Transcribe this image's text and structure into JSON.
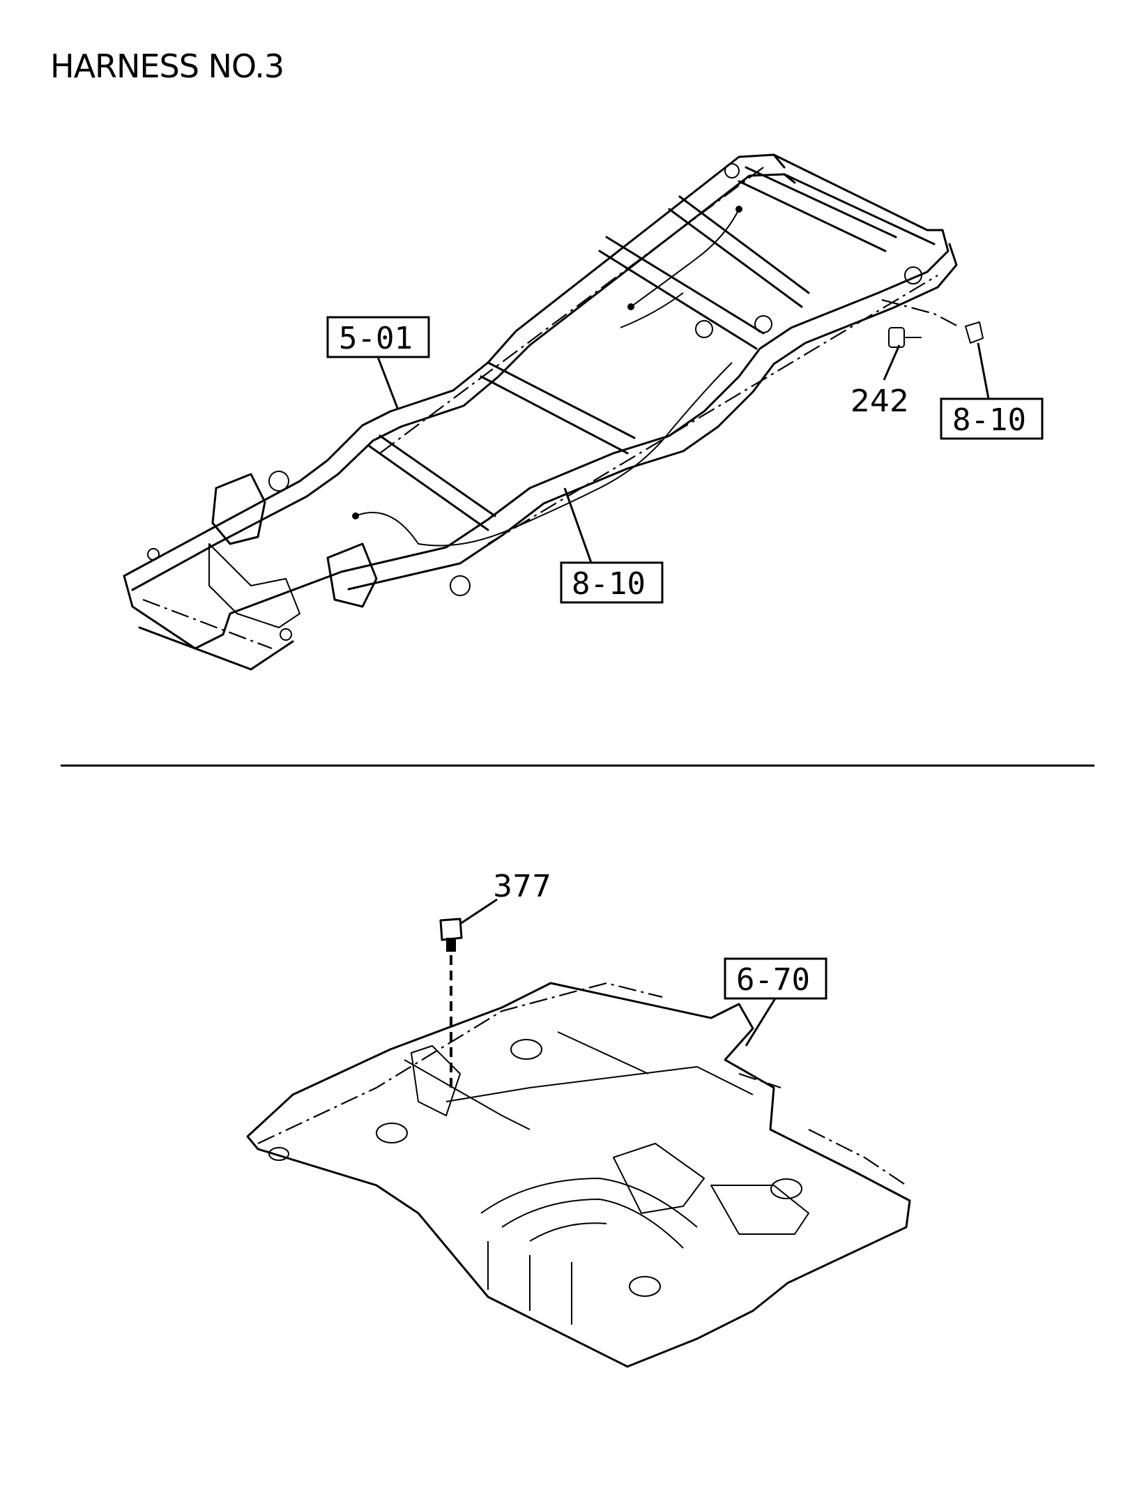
{
  "title": "HARNESS NO.3",
  "callouts": {
    "frame_body": "5-01",
    "harness_main": "8-10",
    "harness_rear": "8-10",
    "floor_panel": "6-70"
  },
  "part_numbers": {
    "bolt_rear": "242",
    "bolt_floor": "377"
  },
  "icons": [
    "bolt-icon",
    "clip-icon"
  ]
}
